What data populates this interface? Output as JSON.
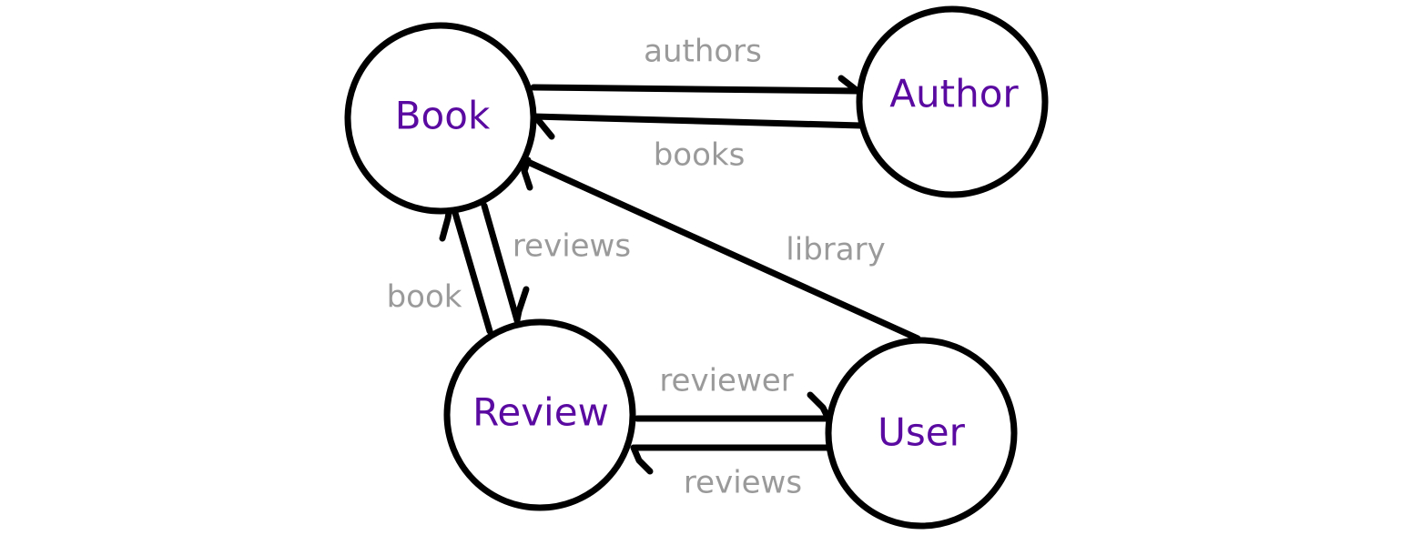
{
  "colors": {
    "node_label": "#5a0aa0",
    "edge_label": "#9a9a9a",
    "stroke": "#000000",
    "background": "#ffffff"
  },
  "nodes": {
    "book": "Book",
    "author": "Author",
    "review": "Review",
    "user": "User"
  },
  "edges": {
    "book_authors": "authors",
    "author_books": "books",
    "book_reviews": "reviews",
    "review_book": "book",
    "user_library": "library",
    "review_reviewer": "reviewer",
    "user_reviews": "reviews"
  }
}
